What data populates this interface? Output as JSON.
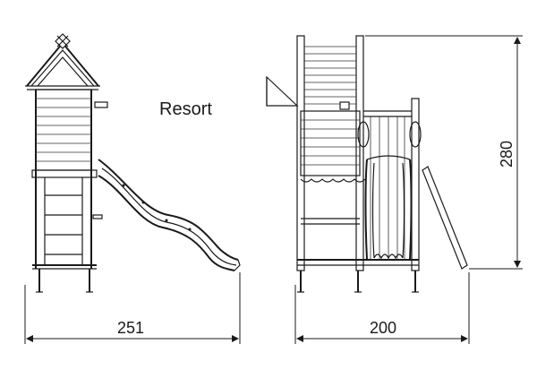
{
  "drawing": {
    "model_name": "Resort",
    "dimensions": {
      "side_width": "251",
      "front_width": "200",
      "height": "280"
    }
  }
}
